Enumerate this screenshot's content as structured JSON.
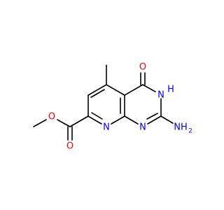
{
  "colors": {
    "carbon": "#000000",
    "oxygen": "#ff0000",
    "nitrogen": "#0000ff"
  },
  "atoms": {
    "ketone_o": "O",
    "ring_nh": "H",
    "ring_nh_n": "N",
    "amino_nh2": "NH",
    "amino_sub": "2",
    "n_pyrimidine": "N",
    "n_pyridine": "N",
    "ester_o_single": "O",
    "ester_o_double": "O"
  }
}
